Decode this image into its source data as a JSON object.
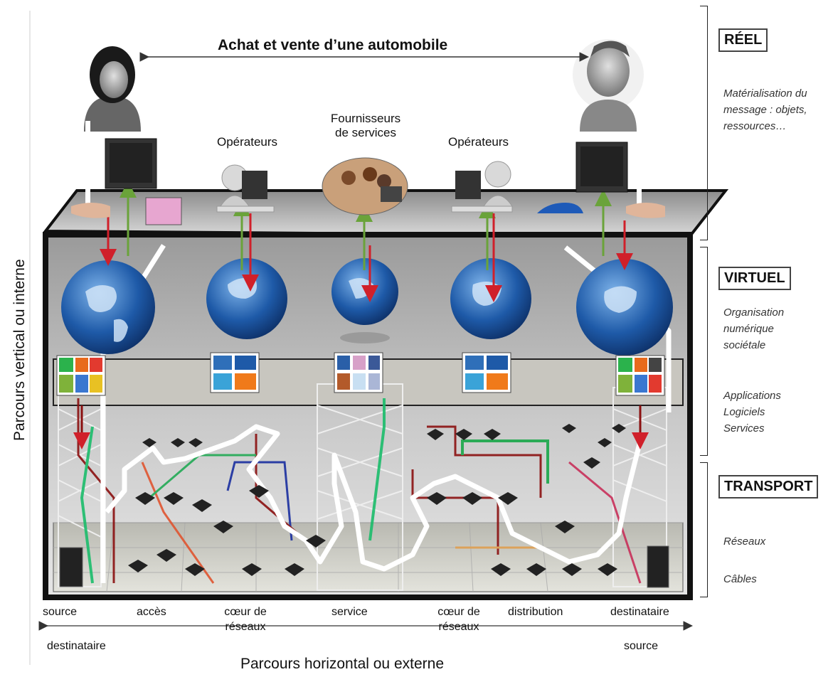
{
  "top_title": "Achat et vente d’une automobile",
  "people_labels": {
    "operateurs_left": "Opérateurs",
    "fournisseurs": "Fournisseurs\nde services",
    "operateurs_right": "Opérateurs"
  },
  "layers": [
    {
      "title": "RÉEL",
      "desc": "Matérialisation du message : objets, ressources…"
    },
    {
      "title": "VIRTUEL",
      "desc": "Organisation numérique sociétale",
      "desc2": "Applications Logiciels Services"
    },
    {
      "title": "TRANSPORT",
      "desc": "Réseaux",
      "desc2": "Câbles"
    }
  ],
  "bottom_labels": {
    "source": "source",
    "acces": "accès",
    "coeur1": "cœur de\nréseaux",
    "service": "service",
    "coeur2": "cœur de\nréseaux",
    "distribution": "distribution",
    "destinataire_right": "destinataire",
    "destinataire_left": "destinataire",
    "source_right": "source"
  },
  "axis_labels": {
    "horizontal": "Parcours horizontal ou externe",
    "vertical": "Parcours vertical ou interne"
  },
  "colors": {
    "globe": "#1e5aa8",
    "red_arrow": "#d0202a",
    "green_arrow": "#6aa33a",
    "white_path": "#ffffff",
    "box_frame": "#111111"
  }
}
